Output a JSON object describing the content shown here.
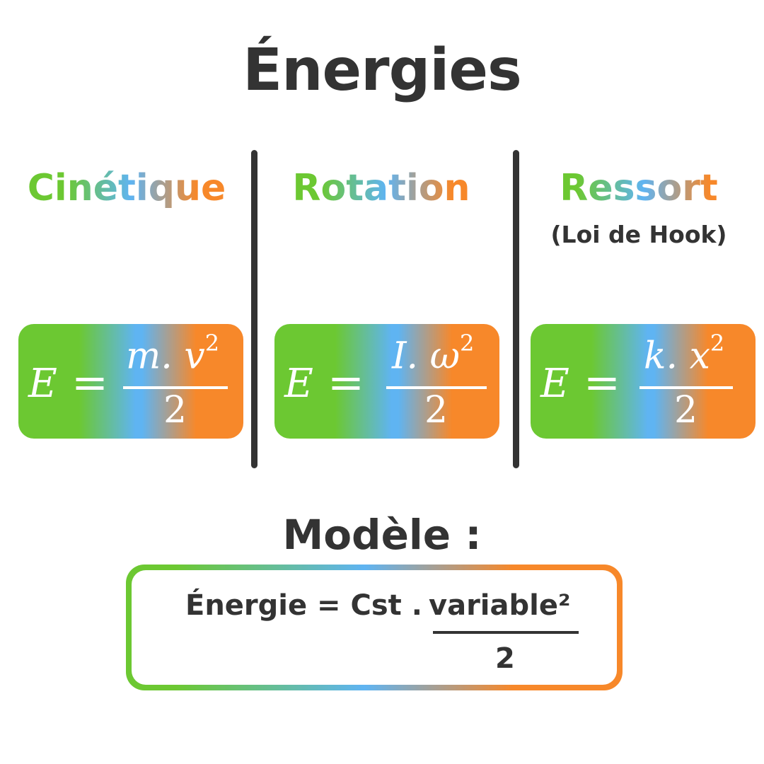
{
  "title": "Énergies",
  "columns": [
    {
      "heading": "Cinétique",
      "subheading": "",
      "formula": {
        "lhs": "E",
        "eq": "=",
        "numerator": "m. v",
        "exponent": "2",
        "denominator": "2"
      }
    },
    {
      "heading": "Rotation",
      "subheading": "",
      "formula": {
        "lhs": "E",
        "eq": "=",
        "numerator": "I. ω",
        "exponent": "2",
        "denominator": "2"
      }
    },
    {
      "heading": "Ressort",
      "subheading": "(Loi de Hook)",
      "formula": {
        "lhs": "E",
        "eq": "=",
        "numerator": "k. x",
        "exponent": "2",
        "denominator": "2"
      }
    }
  ],
  "model": {
    "title": "Modèle :",
    "expression": "Énergie = Cst .",
    "numerator": "variable²",
    "denominator": "2"
  },
  "colors": {
    "text": "#333333",
    "gradient_green": "#6cc832",
    "gradient_blue": "#5fb4f2",
    "gradient_orange": "#f7882a"
  }
}
